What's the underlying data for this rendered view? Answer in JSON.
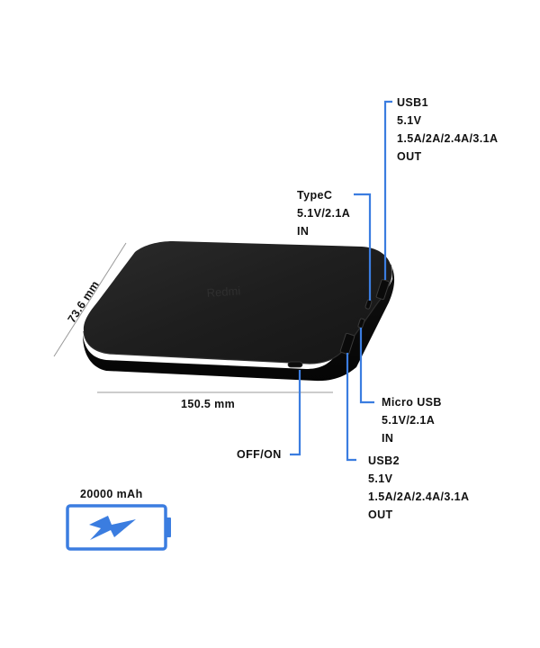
{
  "colors": {
    "accent": "#3b7de0",
    "device_body": "#1a1a1a",
    "text": "#111111"
  },
  "device": {
    "brand_logo": "Redmi"
  },
  "dimensions": {
    "width_label": "150.5 mm",
    "depth_label": "73.6 mm"
  },
  "ports": {
    "usb1": {
      "name": "USB1",
      "voltage": "5.1V",
      "current": "1.5A/2A/2.4A/3.1A",
      "direction": "OUT"
    },
    "typec": {
      "name": "TypeC",
      "voltage_current": "5.1V/2.1A",
      "direction": "IN"
    },
    "micro_usb": {
      "name": "Micro USB",
      "voltage_current": "5.1V/2.1A",
      "direction": "IN"
    },
    "usb2": {
      "name": "USB2",
      "voltage": "5.1V",
      "current": "1.5A/2A/2.4A/3.1A",
      "direction": "OUT"
    }
  },
  "power_button": {
    "label": "OFF/ON"
  },
  "capacity": {
    "label": "20000 mAh",
    "icon": "battery-charging-icon"
  }
}
